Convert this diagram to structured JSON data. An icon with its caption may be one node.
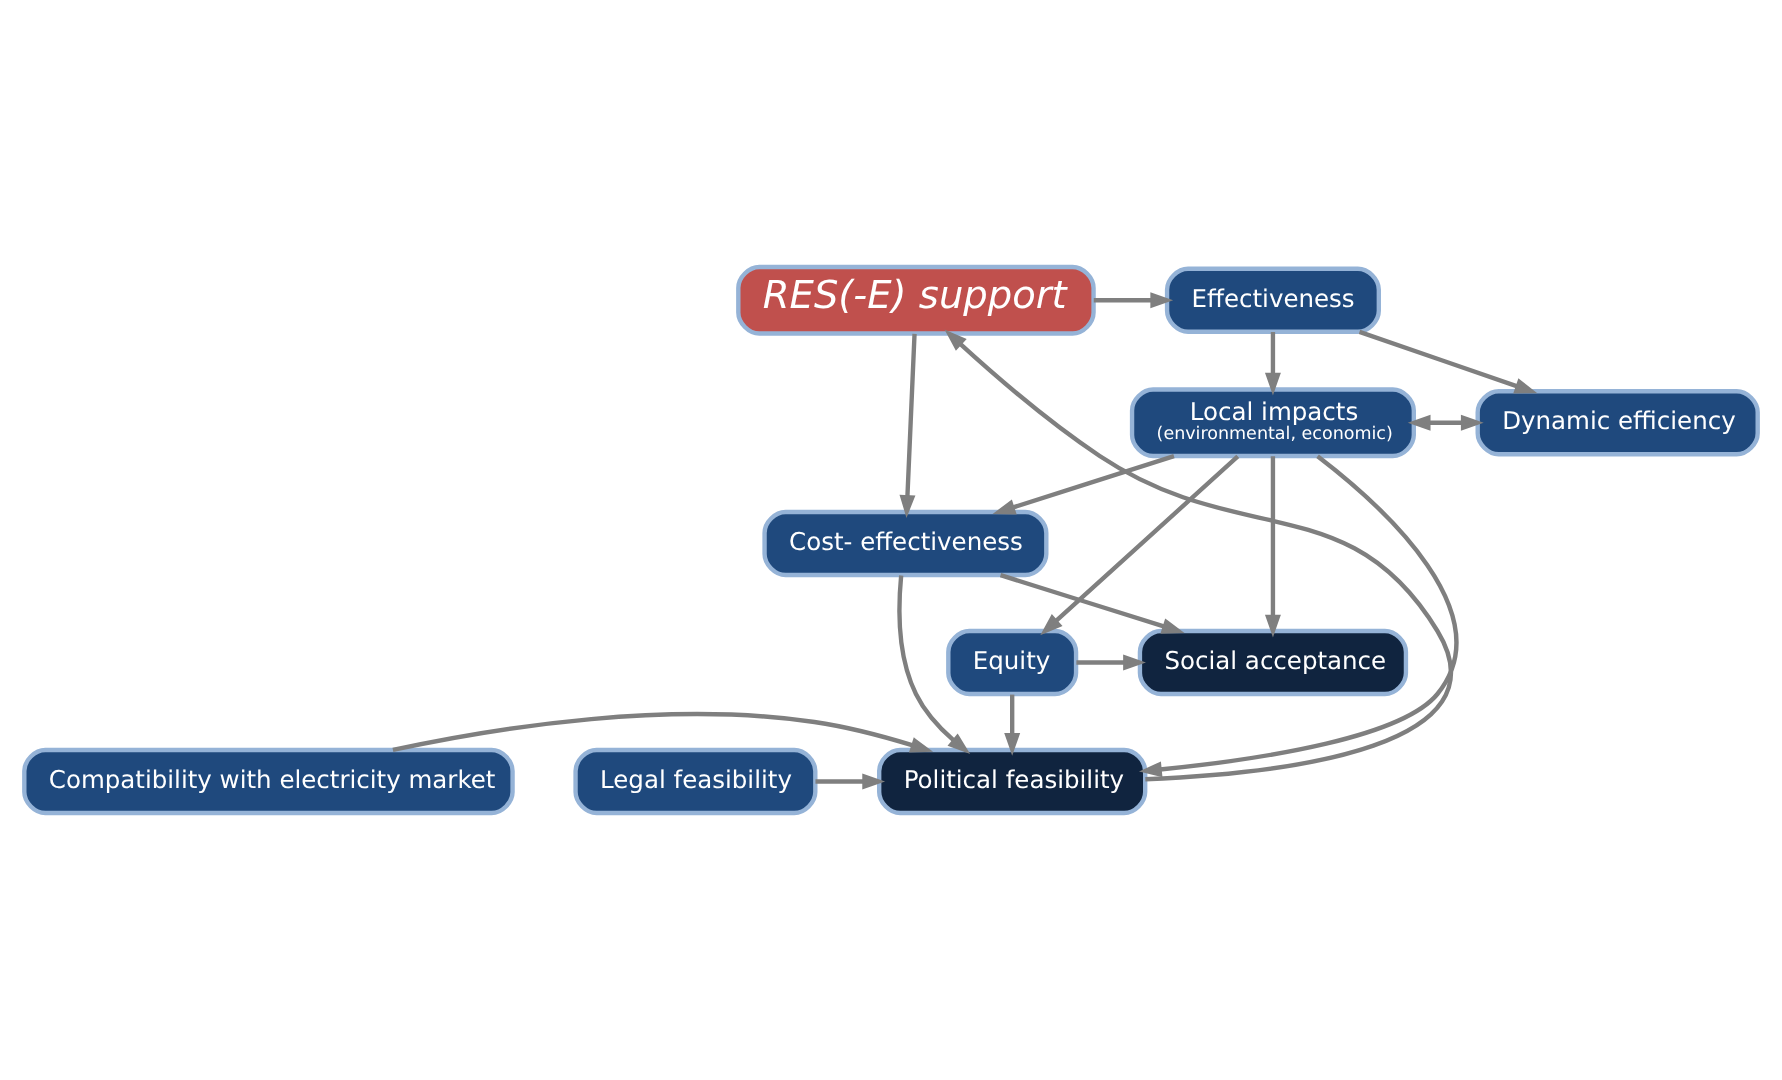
{
  "diagram": {
    "nodes": [
      {
        "text": [
          "RES(-E) support"
        ]
      },
      {
        "text": [
          "Effectiveness"
        ]
      },
      {
        "text": [
          "Dynamic efficiency"
        ]
      },
      {
        "text": [
          "Local impacts",
          "(environmental, economic)"
        ]
      },
      {
        "text": [
          "Cost- effectiveness"
        ]
      },
      {
        "text": [
          "Social acceptance"
        ]
      },
      {
        "text": [
          "Equity"
        ]
      },
      {
        "text": [
          "Political feasibility"
        ]
      },
      {
        "text": [
          "Legal feasibility"
        ]
      },
      {
        "text": [
          "Compatibility with electricity market"
        ]
      }
    ],
    "edges": [
      {
        "from": 0,
        "to": 1,
        "arrow": "to"
      },
      {
        "from": 0,
        "to": 4,
        "arrow": "to"
      },
      {
        "from": 1,
        "to": 2,
        "arrow": "to"
      },
      {
        "from": 1,
        "to": 3,
        "arrow": "to"
      },
      {
        "from": 2,
        "to": 3,
        "arrow": "both"
      },
      {
        "from": 3,
        "to": 4,
        "arrow": "to"
      },
      {
        "from": 3,
        "to": 5,
        "arrow": "to"
      },
      {
        "from": 3,
        "to": 6,
        "arrow": "to"
      },
      {
        "from": 3,
        "to": 7,
        "arrow": "to"
      },
      {
        "from": 4,
        "to": 5,
        "arrow": "to"
      },
      {
        "from": 4,
        "to": 7,
        "arrow": "to"
      },
      {
        "from": 6,
        "to": 5,
        "arrow": "to"
      },
      {
        "from": 6,
        "to": 7,
        "arrow": "to"
      },
      {
        "from": 7,
        "to": 0,
        "arrow": "to"
      },
      {
        "from": 8,
        "to": 7,
        "arrow": "to"
      },
      {
        "from": 9,
        "to": 7,
        "arrow": "to"
      }
    ]
  }
}
